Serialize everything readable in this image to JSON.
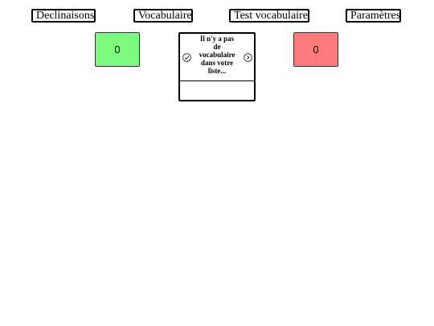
{
  "nav": {
    "declinaisons": "Declinaisons",
    "vocabulaire": "Vocabulaire",
    "test_vocabulaire": "Test vocabulaire",
    "parametres": "Paramètres"
  },
  "counters": {
    "correct": "0",
    "wrong": "0"
  },
  "card": {
    "message": "Il n'y a pas de vocabulaire dans votre liste...",
    "answer": ""
  },
  "colors": {
    "correct_bg": "#7cfc7c",
    "wrong_bg": "#ff7b7b"
  },
  "icons": {
    "left": "check-circle-icon",
    "right": "chevron-right-circle-icon"
  }
}
